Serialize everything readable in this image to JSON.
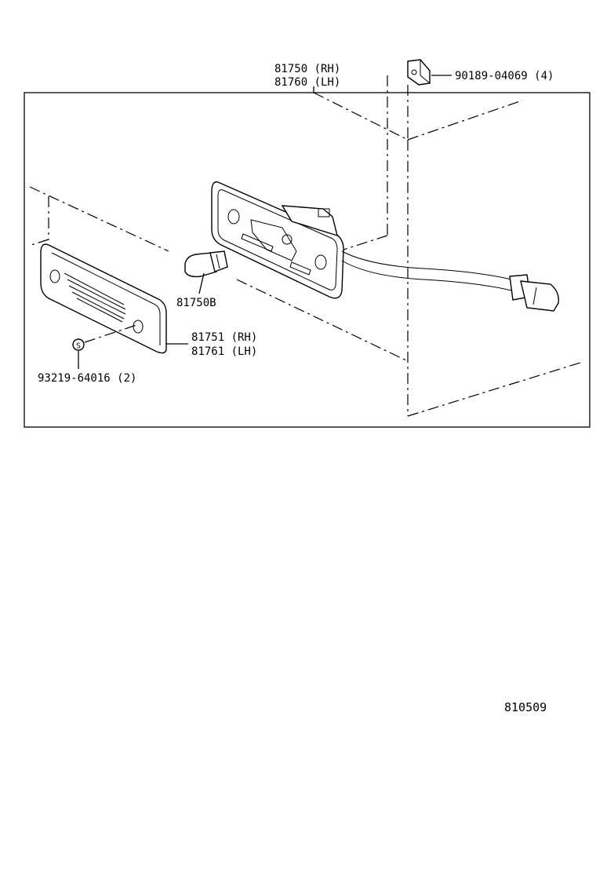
{
  "callouts": {
    "housing_rh": "81750 (RH)",
    "housing_lh": "81760 (LH)",
    "clip": "90189-04069 (4)",
    "bulb": "81750B",
    "lens_rh": "81751 (RH)",
    "lens_lh": "81761 (LH)",
    "screw": "93219-64016 (2)"
  },
  "screw_marker": "S",
  "diagram_code": "810509"
}
